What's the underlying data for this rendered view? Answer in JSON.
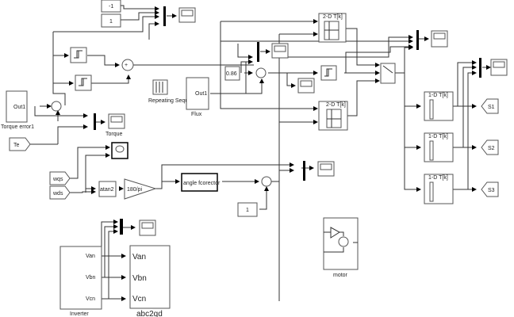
{
  "diagram": {
    "blocks": {
      "const_neg1": "-1",
      "const_1_top": "1",
      "torque_error": {
        "port": "Out1",
        "label": "Torque error1"
      },
      "te_from": "Te",
      "torque_scope": "Torque",
      "repeating_sequence": "Repeating Sequence",
      "flux": {
        "port": "Out1",
        "label": "Flux"
      },
      "const_086": "0.86",
      "lookup_2d_top": "2-D T[k]",
      "lookup_2d_bottom": "2-D T[k]",
      "lookup_1d_1": "1-D T[k]",
      "lookup_1d_2": "1-D T[k]",
      "lookup_1d_3": "1-D T[k]",
      "goto_s1": "S1",
      "goto_s2": "S2",
      "goto_s3": "S3",
      "wqs": "wqs",
      "wds": "wds",
      "atan2": "atan2",
      "gain": "180/pi",
      "angle_corrector": "angle fcorector",
      "const_1_bottom": "1",
      "inverter": {
        "label": "Inverter",
        "ports": [
          "Van",
          "Vbn",
          "Vcn"
        ]
      },
      "abc2qd": {
        "label": "abc2qd",
        "ports": [
          "Van",
          "Vbn",
          "Vcn"
        ]
      },
      "motor": "motor"
    }
  }
}
